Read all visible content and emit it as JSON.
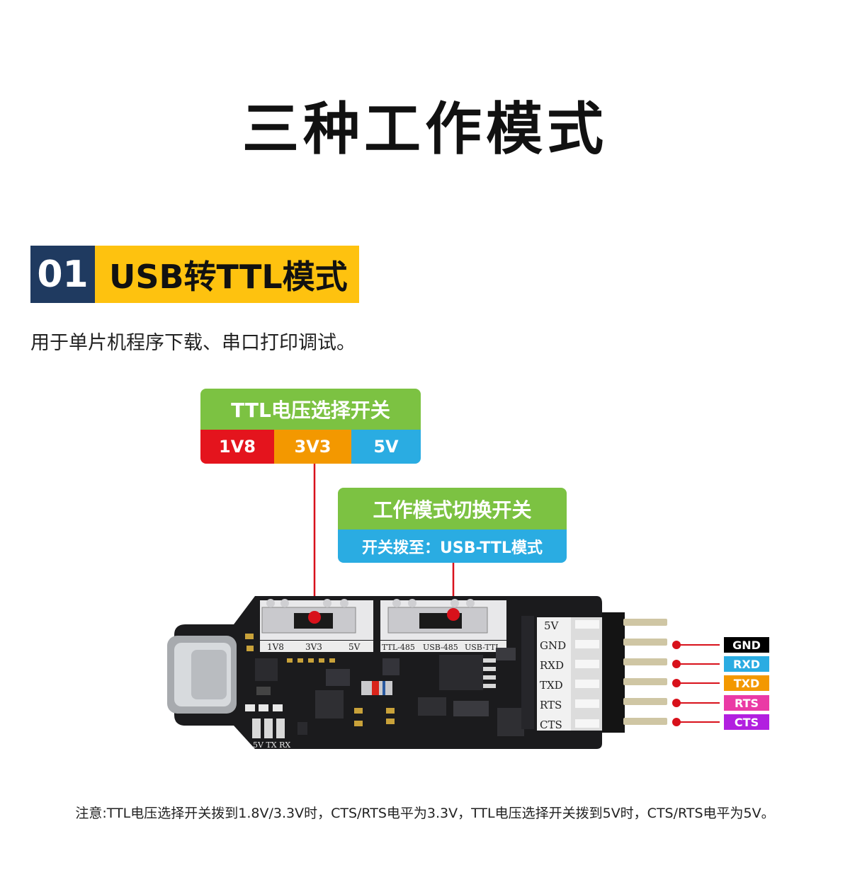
{
  "title": "三种工作模式",
  "mode": {
    "number": "01",
    "name": "USB转TTL模式",
    "description": "用于单片机程序下载、串口打印调试。"
  },
  "ttl_switch": {
    "title": "TTL电压选择开关",
    "options": [
      {
        "label": "1V8",
        "color": "#e4141d"
      },
      {
        "label": "3V3",
        "color": "#f39800"
      },
      {
        "label": "5V",
        "color": "#2aace2"
      }
    ]
  },
  "mode_switch": {
    "title": "工作模式切换开关",
    "setting": "开关拨至：USB-TTL模式"
  },
  "board": {
    "voltage_labels": [
      "1V8",
      "3V3",
      "5V"
    ],
    "mode_labels": [
      "TTL-485",
      "USB-485",
      "USB-TTL"
    ],
    "header_labels": [
      "5V",
      "GND",
      "RXD",
      "TXD",
      "RTS",
      "CTS"
    ],
    "led_labels": "5V TX RX"
  },
  "pins": [
    {
      "label": "GND",
      "color": "#000000"
    },
    {
      "label": "RXD",
      "color": "#2aace2"
    },
    {
      "label": "TXD",
      "color": "#f39800"
    },
    {
      "label": "RTS",
      "color": "#ea3aa5"
    },
    {
      "label": "CTS",
      "color": "#b21fe0"
    }
  ],
  "note": "注意:TTL电压选择开关拨到1.8V/3.3V时，CTS/RTS电平为3.3V，TTL电压选择开关拨到5V时，CTS/RTS电平为5V。"
}
